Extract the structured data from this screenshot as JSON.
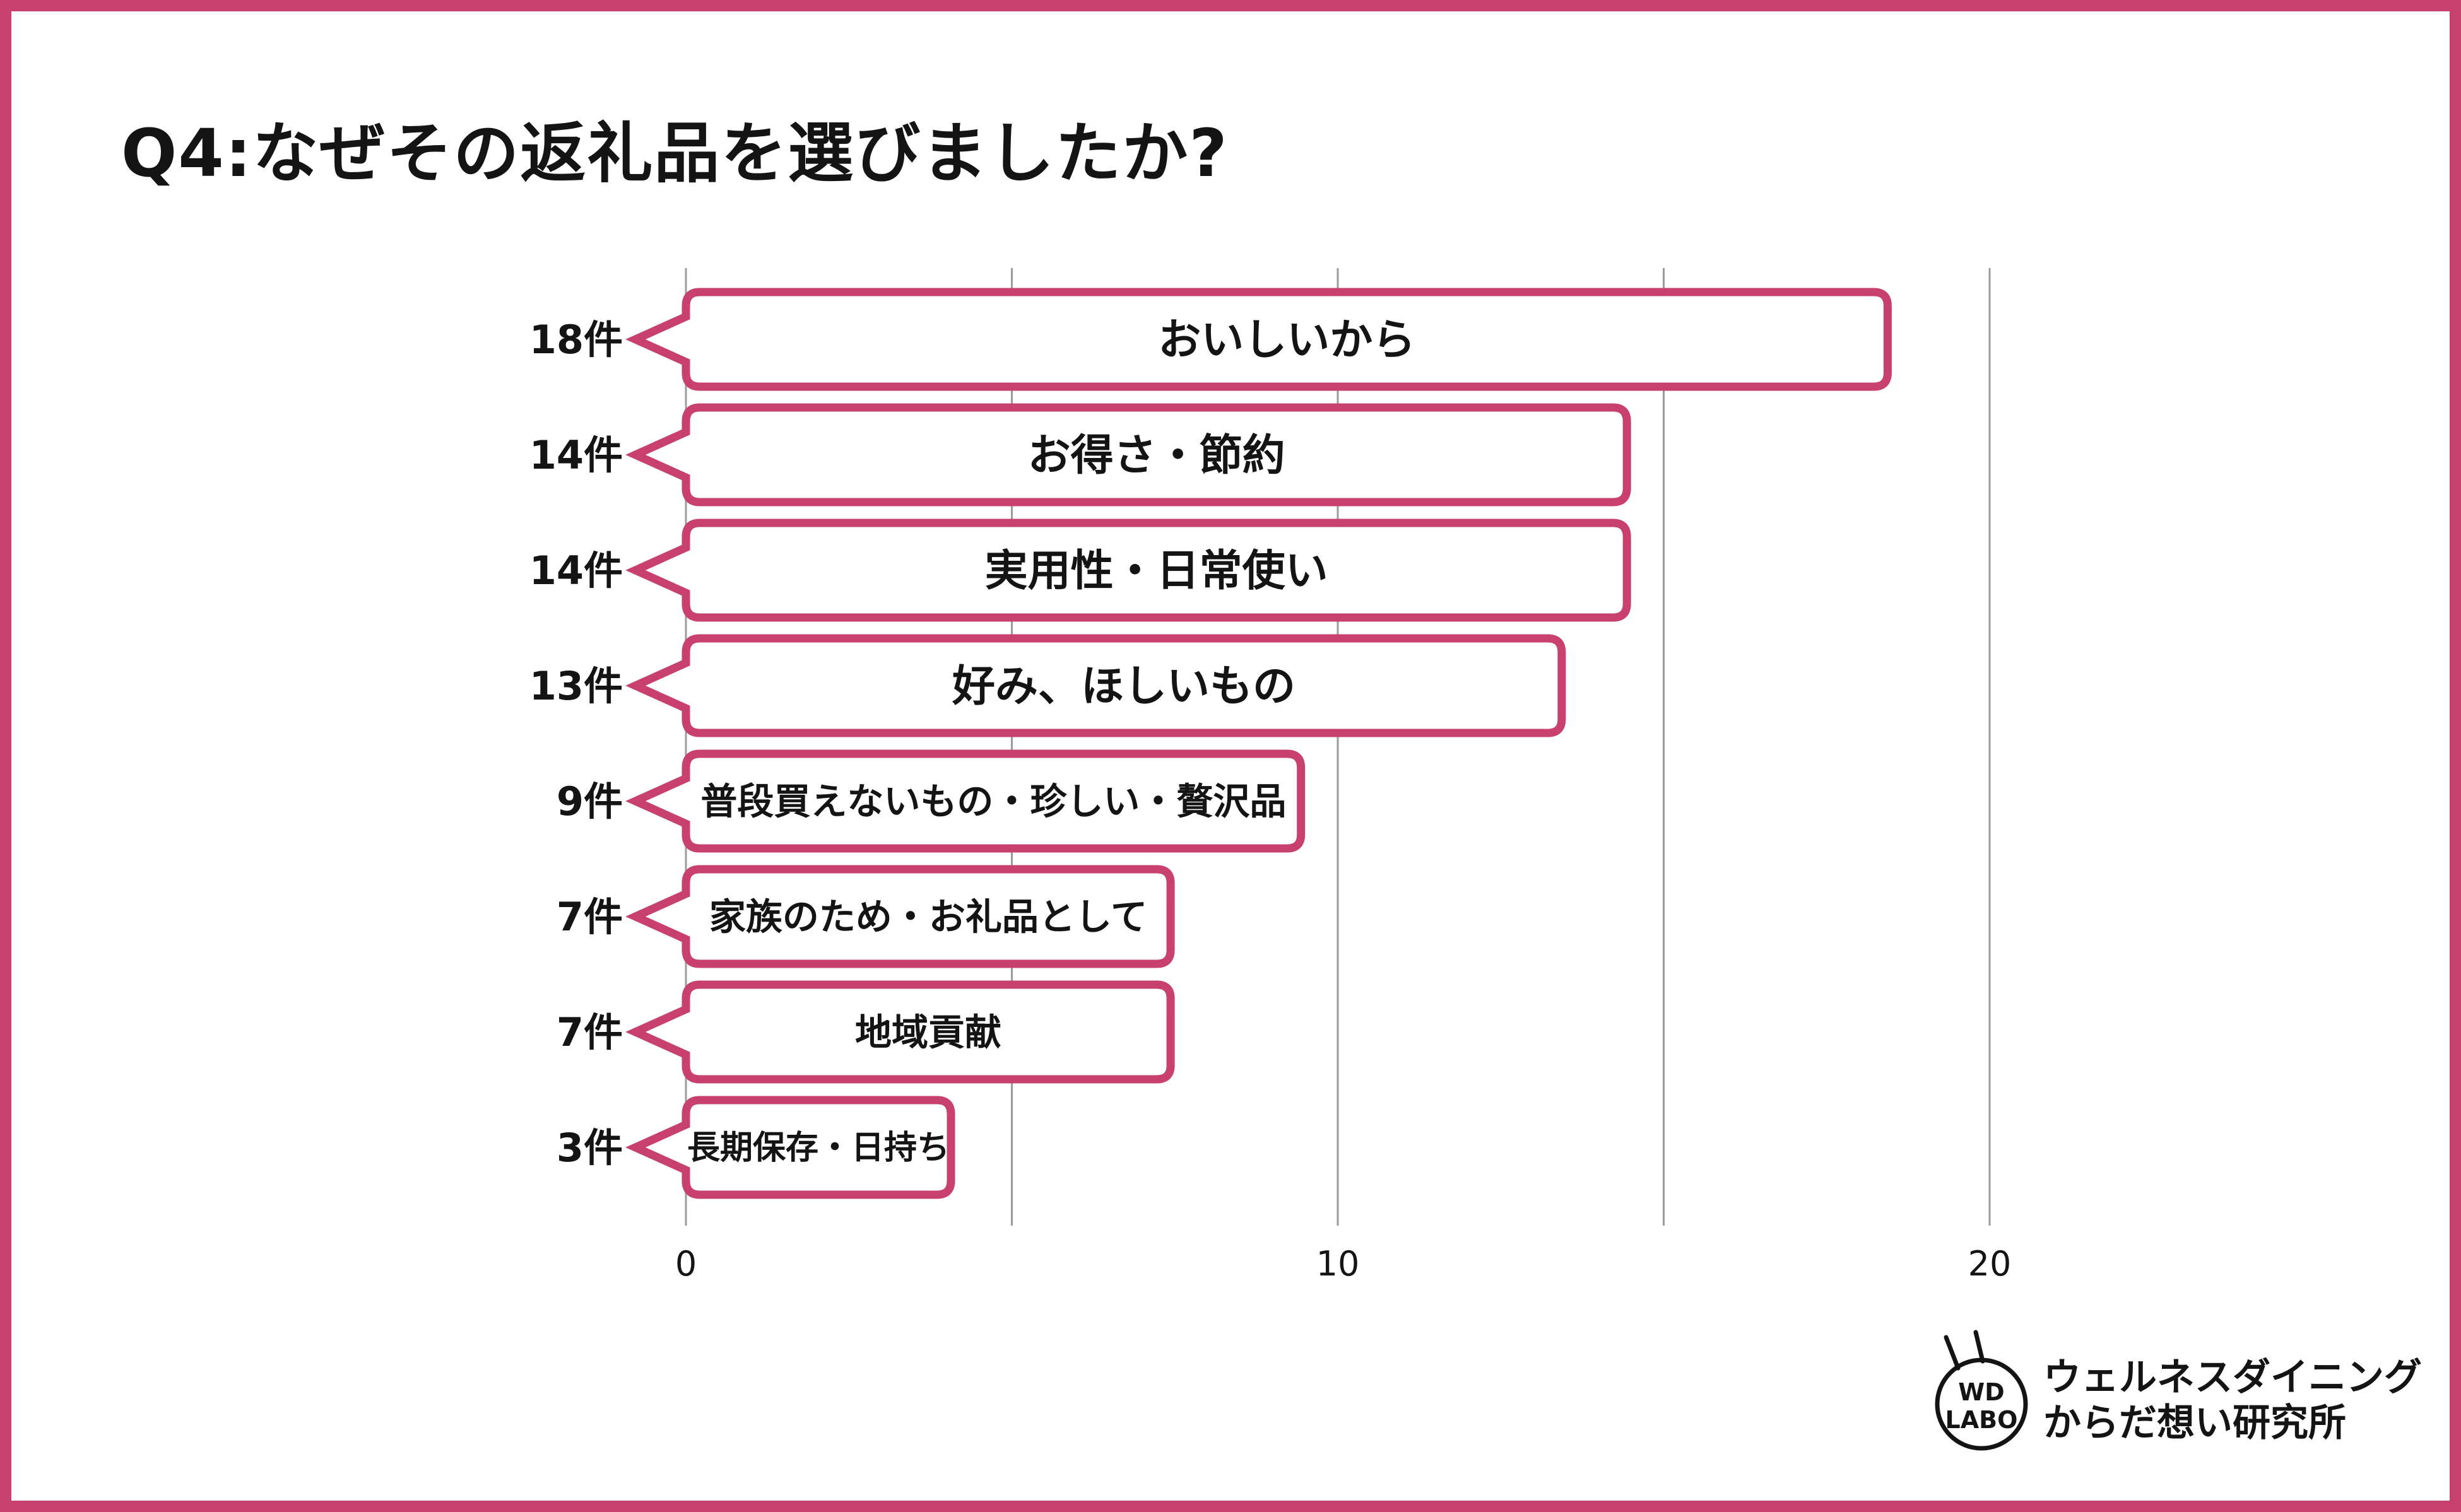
{
  "header": {
    "title": "Q4:なぜその返礼品を選びましたか?"
  },
  "chart_data": {
    "type": "bar",
    "orientation": "horizontal",
    "title": "Q4:なぜその返礼品を選びましたか?",
    "categories": [
      "おいしいから",
      "お得さ・節約",
      "実用性・日常使い",
      "好み、ほしいもの",
      "普段買えないもの・珍しい・贅沢品",
      "家族のため・お礼品として",
      "地域貢献",
      "長期保存・日持ち"
    ],
    "values": [
      18,
      14,
      14,
      13,
      9,
      7,
      7,
      3
    ],
    "count_labels": [
      "18件",
      "14件",
      "14件",
      "13件",
      "9件",
      "7件",
      "7件",
      "3件"
    ],
    "unit_suffix": "件",
    "xlabel": "",
    "ylabel": "",
    "xlim": [
      0,
      20
    ],
    "x_ticks": [
      0,
      10,
      20
    ],
    "x_gridlines": [
      0,
      5,
      10,
      15,
      20
    ],
    "grid": true,
    "legend": "none",
    "bar_style": "speech-bubble-callout-pointing-left",
    "accent_color": "#c8406e",
    "grid_color": "#9b9b9b",
    "text_color": "#141414",
    "bar_fill": "#ffffff"
  },
  "footer": {
    "logo_line1": "WD",
    "logo_line2": "LABO",
    "brand_line1": "ウェルネスダイニング",
    "brand_line2": "からだ想い研究所"
  }
}
